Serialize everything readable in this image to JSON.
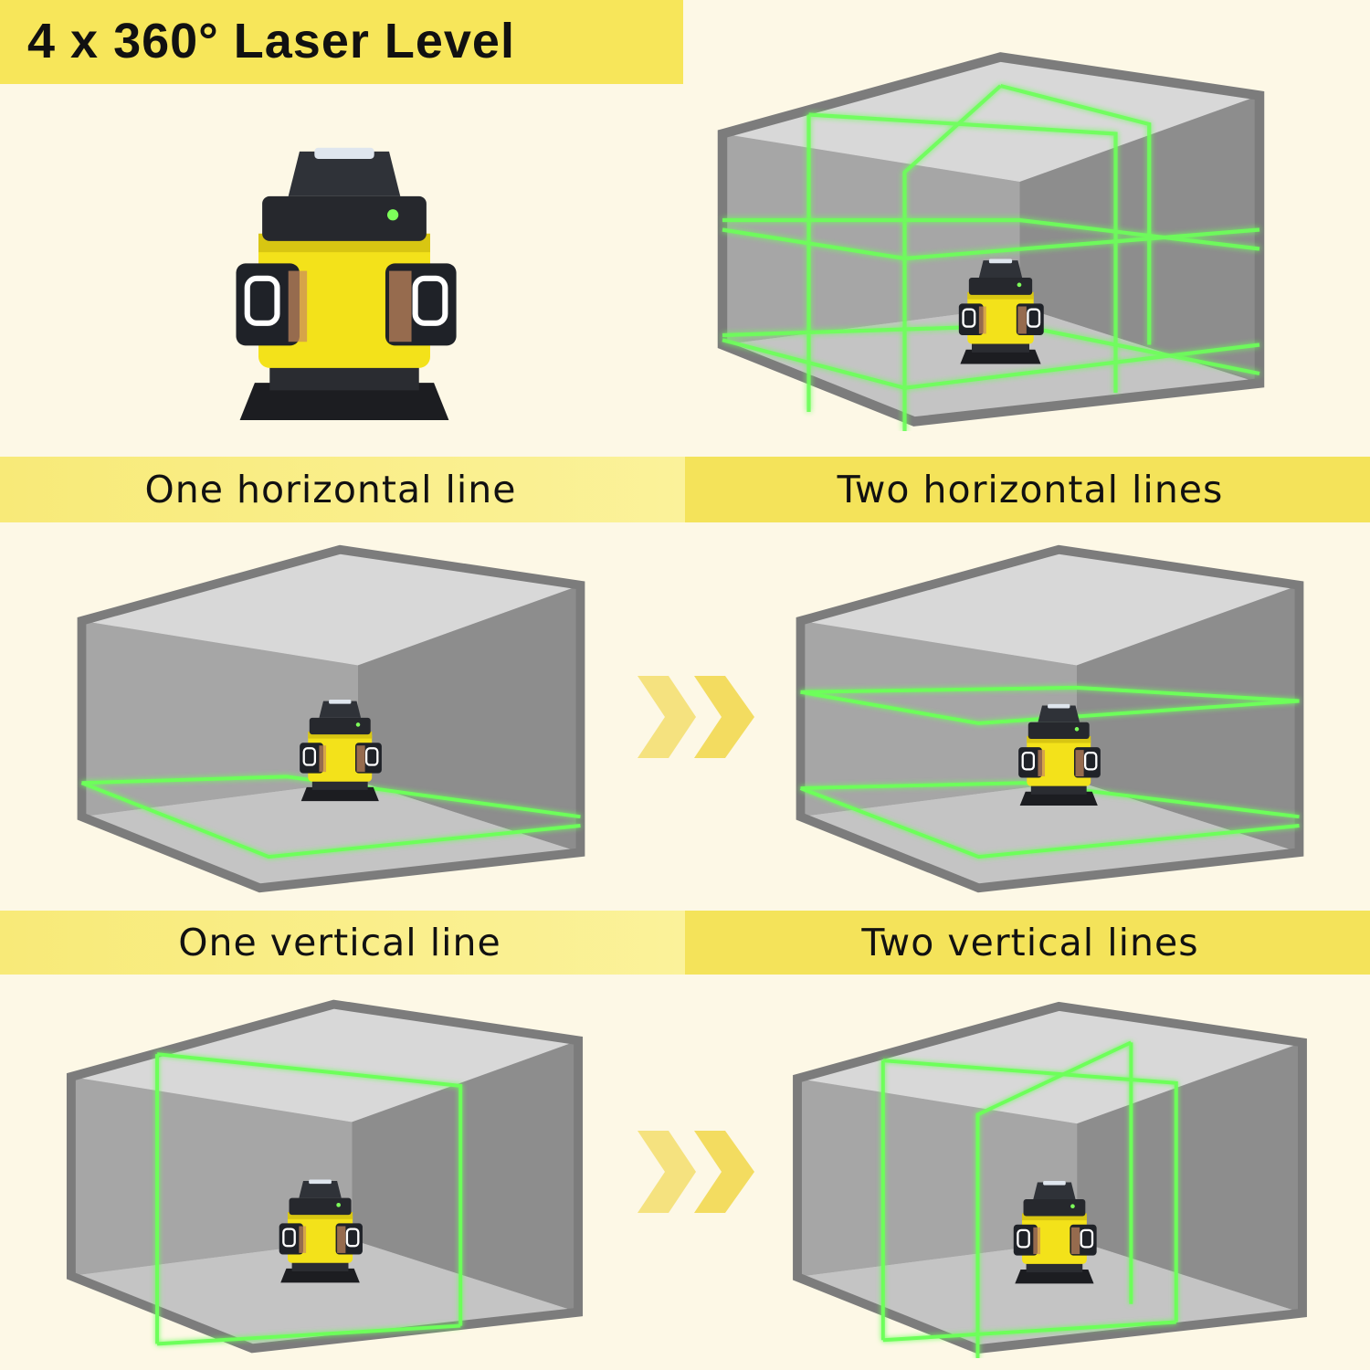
{
  "title": "4 x 360° Laser Level",
  "captions": {
    "one_horizontal": "One horizontal line",
    "two_horizontal": "Two horizontal lines",
    "one_vertical": "One vertical line",
    "two_vertical": "Two vertical lines"
  },
  "colors": {
    "accent_yellow": "#f7e65a",
    "background": "#fdf8e6",
    "laser_green": "#6dff5a",
    "device_yellow": "#f3e21a",
    "device_black": "#1f2228"
  },
  "panels": [
    {
      "id": "product",
      "label": "4x360 laser level product photo"
    },
    {
      "id": "all-lines",
      "label": "Room with all laser lines"
    },
    {
      "id": "one-horizontal",
      "label": "Room with one horizontal line"
    },
    {
      "id": "two-horizontal",
      "label": "Room with two horizontal lines"
    },
    {
      "id": "one-vertical",
      "label": "Room with one vertical line"
    },
    {
      "id": "two-vertical",
      "label": "Room with two vertical lines"
    }
  ],
  "icons": {
    "arrow": "double-chevron-right-icon"
  }
}
